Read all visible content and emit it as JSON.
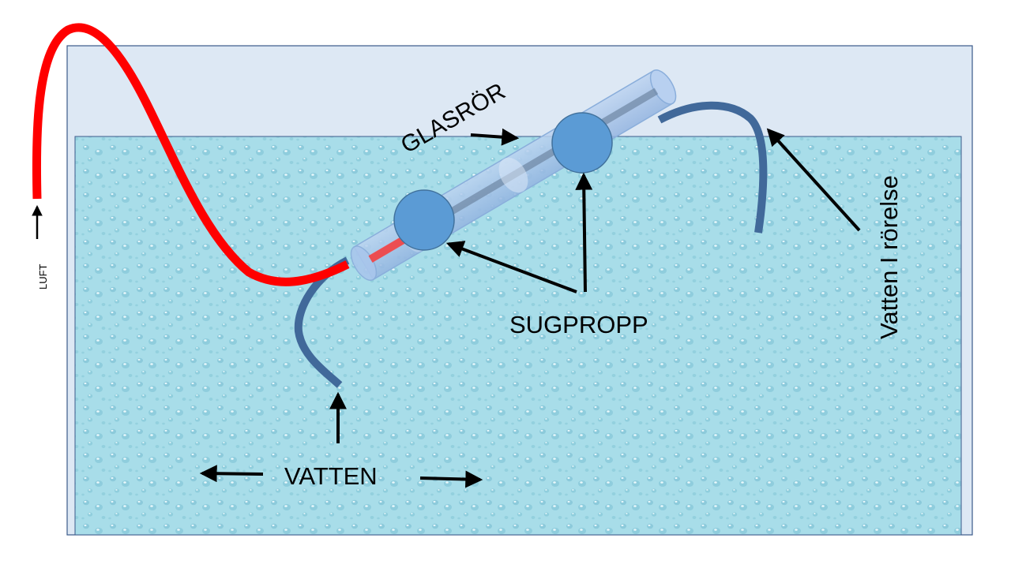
{
  "labels": {
    "glasror": "GLASRÖR",
    "sugpropp": "SUGPROPP",
    "vatten": "VATTEN",
    "luft": "LUFT",
    "vatten_rorelse": "Vatten I rörelse"
  },
  "colors": {
    "tank_background": "#dde8f4",
    "tank_border": "#3b5a8a",
    "water": "#a6dcea",
    "air_hose": "#ff0000",
    "water_hose": "#41699a",
    "glass_tube": "#a9c6ec",
    "suction_cup": "#5b9bd5",
    "arrow": "#000000"
  },
  "icons": {
    "arrow": "black-arrow-icon",
    "suction_cup": "suction-cup-icon"
  }
}
